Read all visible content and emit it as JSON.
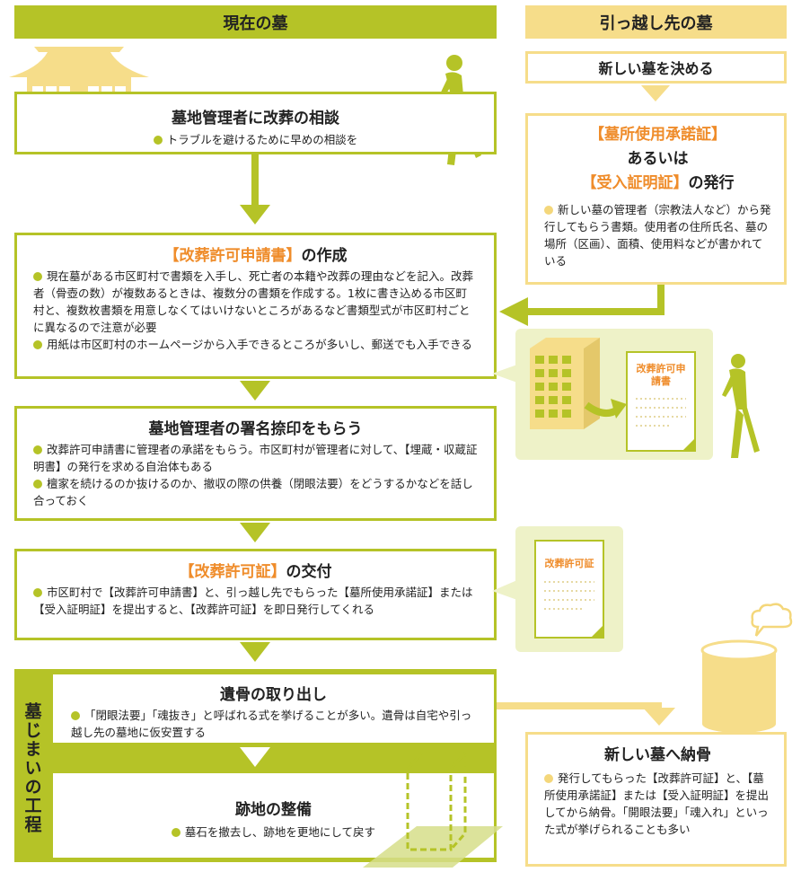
{
  "headers": {
    "current": "現在の墓",
    "new": "引っ越し先の墓"
  },
  "side_label": "墓じまいの工程",
  "steps": [
    {
      "title": "墓地管理者に改葬の相談",
      "bullets": [
        "トラブルを避けるために早めの相談を"
      ]
    },
    {
      "title_hl": "【改葬許可申請書】",
      "title_rest": "の作成",
      "bullets": [
        "現在墓がある市区町村で書類を入手し、死亡者の本籍や改葬の理由などを記入。改葬者（骨壺の数）が複数あるときは、複数分の書類を作成する。1枚に書き込める市区町村と、複数枚書類を用意しなくてはいけないところがあるなど書類型式が市区町村ごとに異なるので注意が必要",
        "用紙は市区町村のホームページから入手できるところが多いし、郵送でも入手できる"
      ]
    },
    {
      "title": "墓地管理者の署名捺印をもらう",
      "bullets": [
        "改葬許可申請書に管理者の承諾をもらう。市区町村が管理者に対して、【埋蔵・収蔵証明書】の発行を求める自治体もある",
        "檀家を続けるのか抜けるのか、撤収の際の供養（閉眼法要）をどうするかなどを話し合っておく"
      ]
    },
    {
      "title_hl": "【改葬許可証】",
      "title_rest": "の交付",
      "bullets": [
        "市区町村で【改葬許可申請書】と、引っ越し先でもらった【墓所使用承諾証】または【受入証明証】を提出すると、【改葬許可証】を即日発行してくれる"
      ]
    },
    {
      "title": "遺骨の取り出し",
      "bullets": [
        "「閉眼法要」「魂抜き」と呼ばれる式を挙げることが多い。遺骨は自宅や引っ越し先の墓地に仮安置する"
      ]
    },
    {
      "title": "跡地の整備",
      "bullets": [
        "墓石を撤去し、跡地を更地にして戻す"
      ]
    }
  ],
  "new_grave": {
    "decide": "新しい墓を決める",
    "issue_hl1": "【墓所使用承諾証】",
    "issue_mid": "あるいは",
    "issue_hl2": "【受入証明証】",
    "issue_rest": "の発行",
    "issue_body": "新しい墓の管理者（宗教法人など）から発行してもらう書類。使用者の住所氏名、墓の場所（区画）、面積、使用料などが書かれている",
    "bury_title": "新しい墓へ納骨",
    "bury_body": "発行してもらった【改葬許可証】と、【墓所使用承諾証】または【受入証明証】を提出してから納骨。「開眼法要」「魂入れ」といった式が挙げられることも多い"
  },
  "doc_labels": {
    "application": "改葬許可申請書",
    "permit": "改葬許可証"
  },
  "colors": {
    "green": "#b5c327",
    "yellow": "#f6dd8a",
    "pale_green": "#eef2c8",
    "orange": "#ef8c2a"
  },
  "icons": [
    "temple-icon",
    "person-walking-icon",
    "office-building-icon",
    "document-icon",
    "urn-icon",
    "speech-bubble-icon",
    "empty-plot-icon"
  ]
}
